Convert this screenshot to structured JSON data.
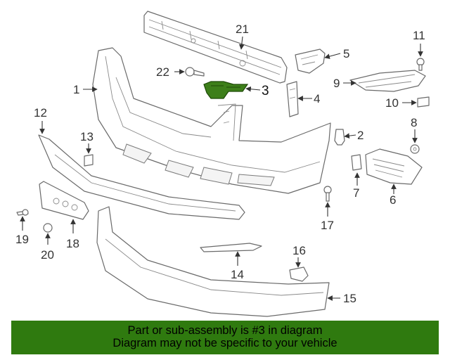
{
  "callouts": {
    "c1": "1",
    "c2": "2",
    "c3": "3",
    "c4": "4",
    "c5": "5",
    "c6": "6",
    "c7": "7",
    "c8": "8",
    "c9": "9",
    "c10": "10",
    "c11": "11",
    "c12": "12",
    "c13": "13",
    "c14": "14",
    "c15": "15",
    "c16": "16",
    "c17": "17",
    "c18": "18",
    "c19": "19",
    "c20": "20",
    "c21": "21",
    "c22": "22"
  },
  "highlighted_part": "3",
  "colors": {
    "highlight": "#3d7f1a",
    "banner": "#2f7a0f"
  },
  "banner": {
    "line1": "Part or sub-assembly is #3 in diagram",
    "line2": "Diagram may not be specific to your vehicle"
  }
}
